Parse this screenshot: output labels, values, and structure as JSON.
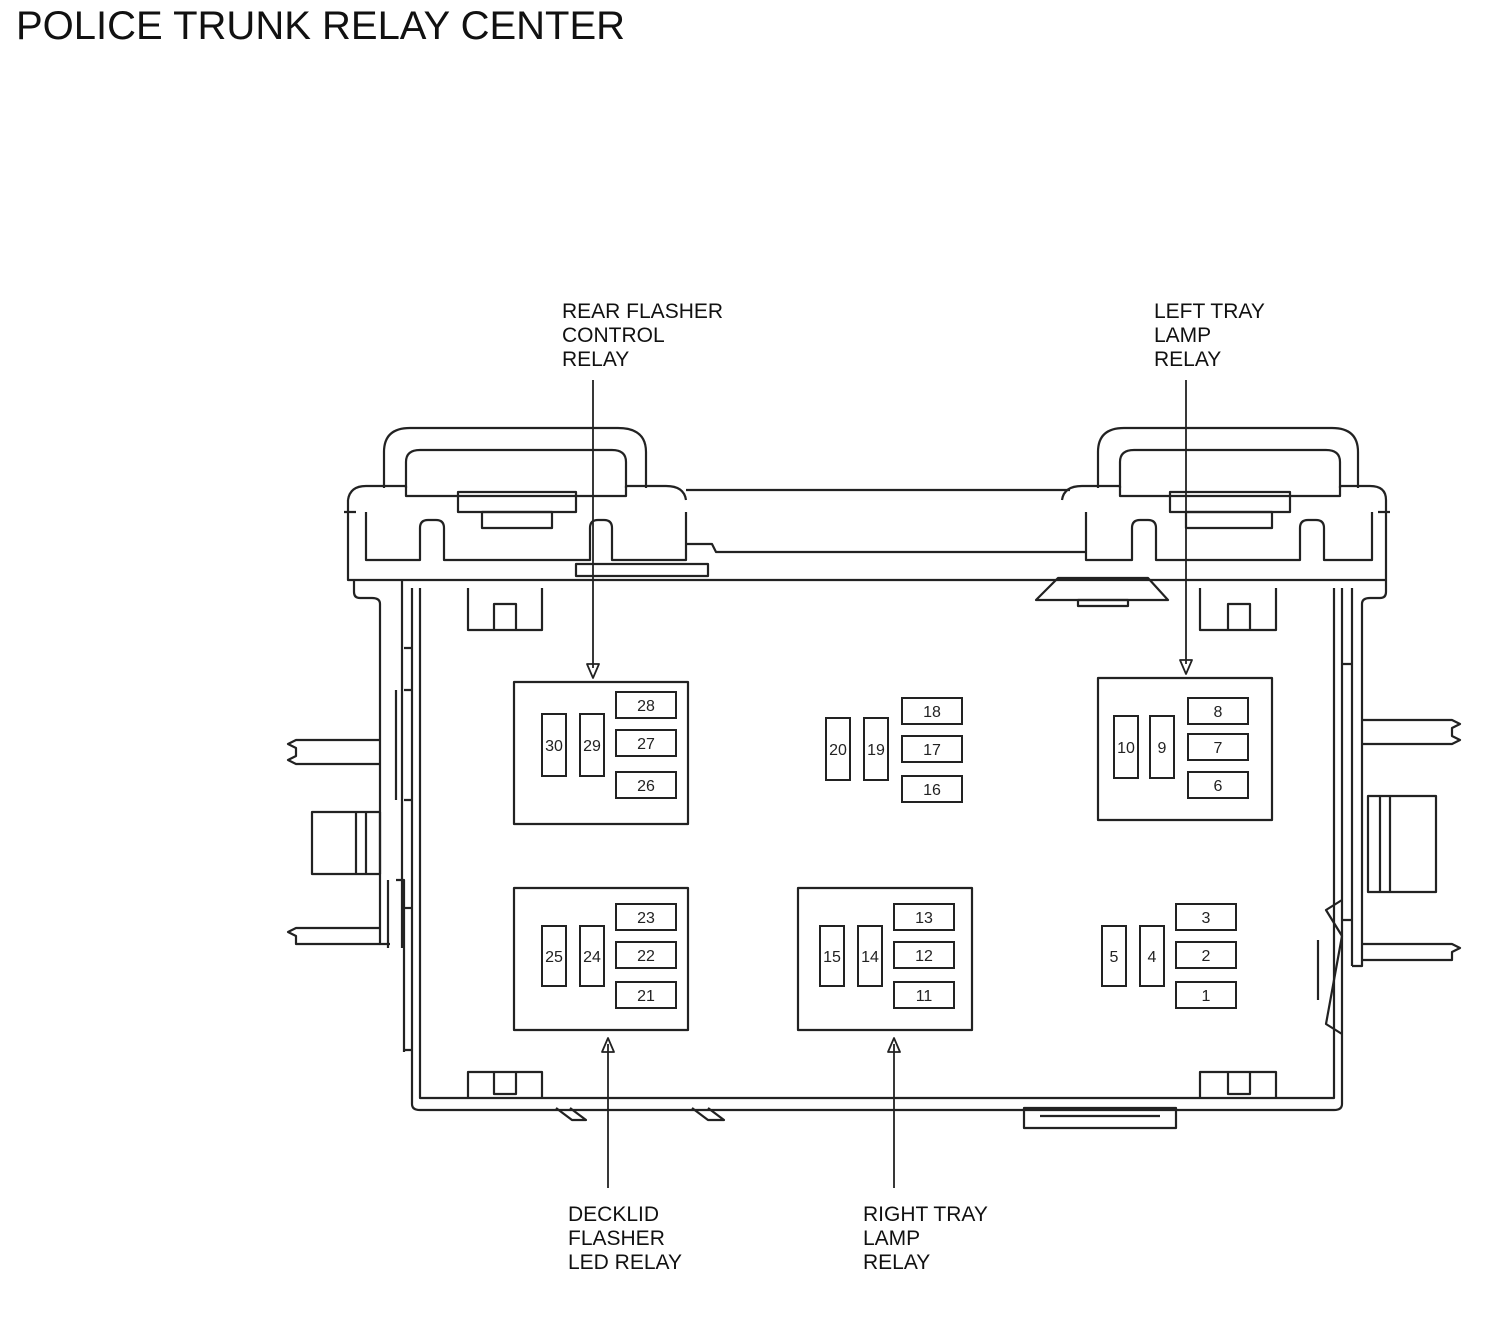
{
  "title": "POLICE TRUNK RELAY CENTER",
  "callouts": {
    "rear_flasher": "REAR FLASHER\nCONTROL\nRELAY",
    "left_tray": "LEFT TRAY\nLAMP\nRELAY",
    "decklid": "DECKLID\nFLASHER\nLED RELAY",
    "right_tray": "RIGHT TRAY\nLAMP\nRELAY"
  },
  "slots": [
    "1",
    "2",
    "3",
    "4",
    "5",
    "6",
    "7",
    "8",
    "9",
    "10",
    "11",
    "12",
    "13",
    "14",
    "15",
    "16",
    "17",
    "18",
    "19",
    "20",
    "21",
    "22",
    "23",
    "24",
    "25",
    "26",
    "27",
    "28",
    "29",
    "30"
  ]
}
